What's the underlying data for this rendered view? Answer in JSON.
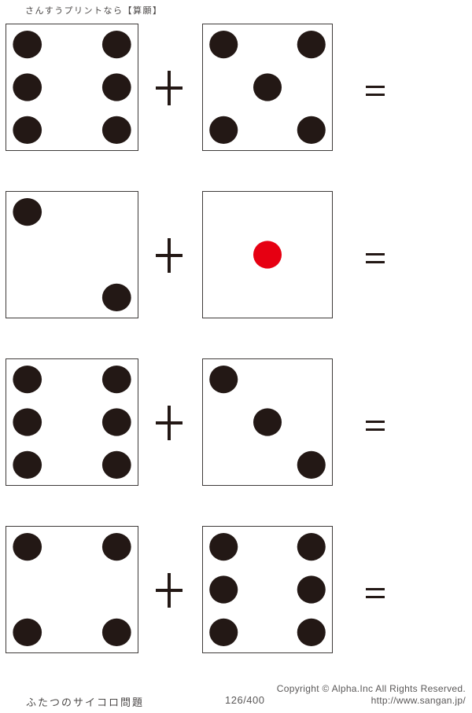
{
  "page": {
    "header": "さんすうプリントなら【算願】",
    "footer": {
      "title": "ふたつのサイコロ問題",
      "page_number": "126/400",
      "copyright": "Copyright ©  Alpha.Inc All Rights Reserved.",
      "url": "http://www.sangan.jp/"
    }
  },
  "colors": {
    "pip_black": "#231815",
    "pip_red": "#e60012",
    "die_border": "#3e3a39",
    "symbol_color": "#231815",
    "footer_text": "#595757"
  },
  "problems": [
    {
      "left_die": {
        "value": 6,
        "pip_color": "#231815"
      },
      "operator": "+",
      "right_die": {
        "value": 5,
        "pip_color": "#231815"
      },
      "equals": "="
    },
    {
      "left_die": {
        "value": 2,
        "pip_color": "#231815"
      },
      "operator": "+",
      "right_die": {
        "value": 1,
        "pip_color": "#e60012"
      },
      "equals": "="
    },
    {
      "left_die": {
        "value": 6,
        "pip_color": "#231815"
      },
      "operator": "+",
      "right_die": {
        "value": 3,
        "pip_color": "#231815"
      },
      "equals": "="
    },
    {
      "left_die": {
        "value": 4,
        "pip_color": "#231815"
      },
      "operator": "+",
      "right_die": {
        "value": 6,
        "pip_color": "#231815"
      },
      "equals": "="
    }
  ],
  "layout_note": "four dice-addition problems, answers blank"
}
